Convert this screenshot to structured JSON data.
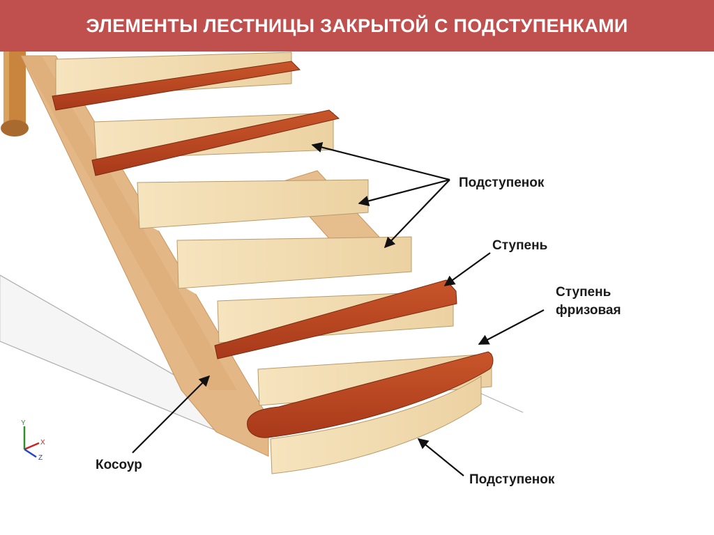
{
  "title": "ЭЛЕМЕНТЫ ЛЕСТНИЦЫ ЗАКРЫТОЙ С ПОДСТУПЕНКАМИ",
  "labels": {
    "riser_top": "Подступенок",
    "tread": "Ступень",
    "winder_line1": "Ступень",
    "winder_line2": "фризовая",
    "stringer": "Косоур",
    "riser_bottom": "Подступенок"
  },
  "axes": {
    "y": "Y",
    "x": "X",
    "z": "Z"
  },
  "colors": {
    "title_bg": "#c0504d",
    "tread": "#b5421d",
    "riser": "#f2ddb4",
    "stringer": "#e4b886"
  }
}
